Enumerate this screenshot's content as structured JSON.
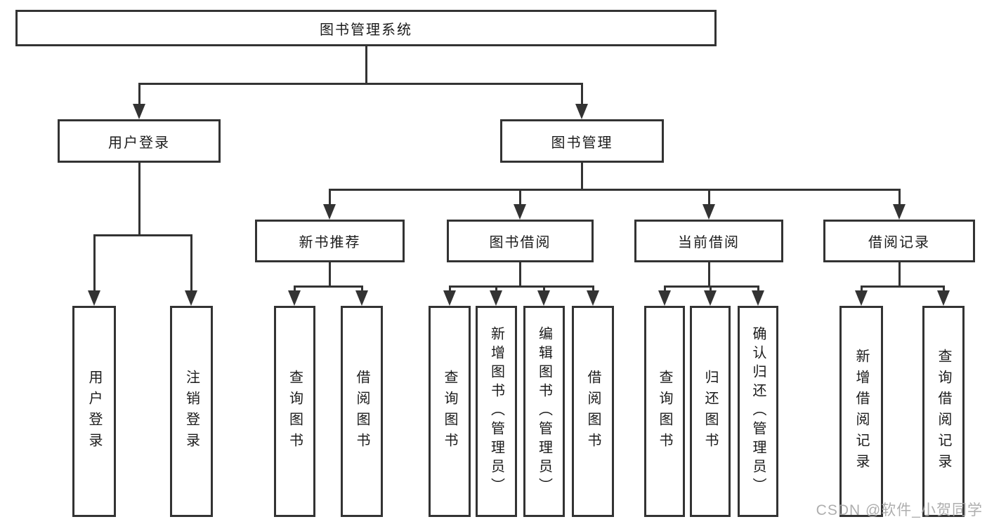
{
  "nodes": {
    "root": "图书管理系统",
    "user_login": "用户登录",
    "book_mgmt": "图书管理",
    "new_books": "新书推荐",
    "book_borrow": "图书借阅",
    "current_borrow": "当前借阅",
    "borrow_records": "借阅记录",
    "leaf_user_login": "用户登录",
    "leaf_logout": "注销登录",
    "leaf_nb_query": "查询图书",
    "leaf_nb_borrow": "借阅图书",
    "leaf_bb_query": "查询图书",
    "leaf_bb_add": "新增图书（管理员）",
    "leaf_bb_edit": "编辑图书（管理员）",
    "leaf_bb_borrow": "借阅图书",
    "leaf_cb_query": "查询图书",
    "leaf_cb_return": "归还图书",
    "leaf_cb_confirm": "确认归还（管理员）",
    "leaf_br_add": "新增借阅记录",
    "leaf_br_query": "查询借阅记录"
  },
  "watermark": {
    "text": "CSDN @软件_小贺同学",
    "color": "#a6a6a6"
  },
  "colors": {
    "background": "#ffffff",
    "line": "#333333",
    "text": "#1b1b1b"
  }
}
